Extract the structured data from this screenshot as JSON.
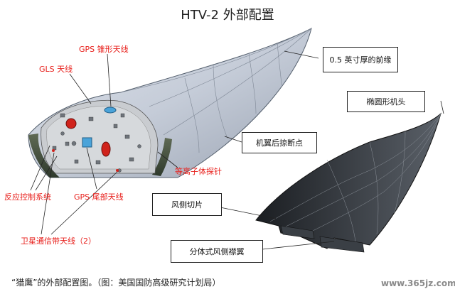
{
  "title": "HTV-2 外部配置",
  "labels": {
    "gps_cone_antenna": "GPS 锥形天线",
    "gls_antenna": "GLS 天线",
    "reaction_control": "反应控制系统",
    "gps_tail_antenna": "GPS 尾部天线",
    "satellite_antenna": "卫星通信带天线（2）",
    "plasma_probe": "等离子体探针"
  },
  "boxes": {
    "leading_edge": "0.5 英寸厚的前缘",
    "elliptical_nose": "椭圆形机头",
    "wing_breakpoint": "机翼后掠断点",
    "wind_side_cut": "风侧切片",
    "split_flap": "分体式风侧襟翼"
  },
  "caption": "“猎鹰”的外部配置图。（图：美国国防高级研究计划局）",
  "watermark": "www.365jz.com"
}
